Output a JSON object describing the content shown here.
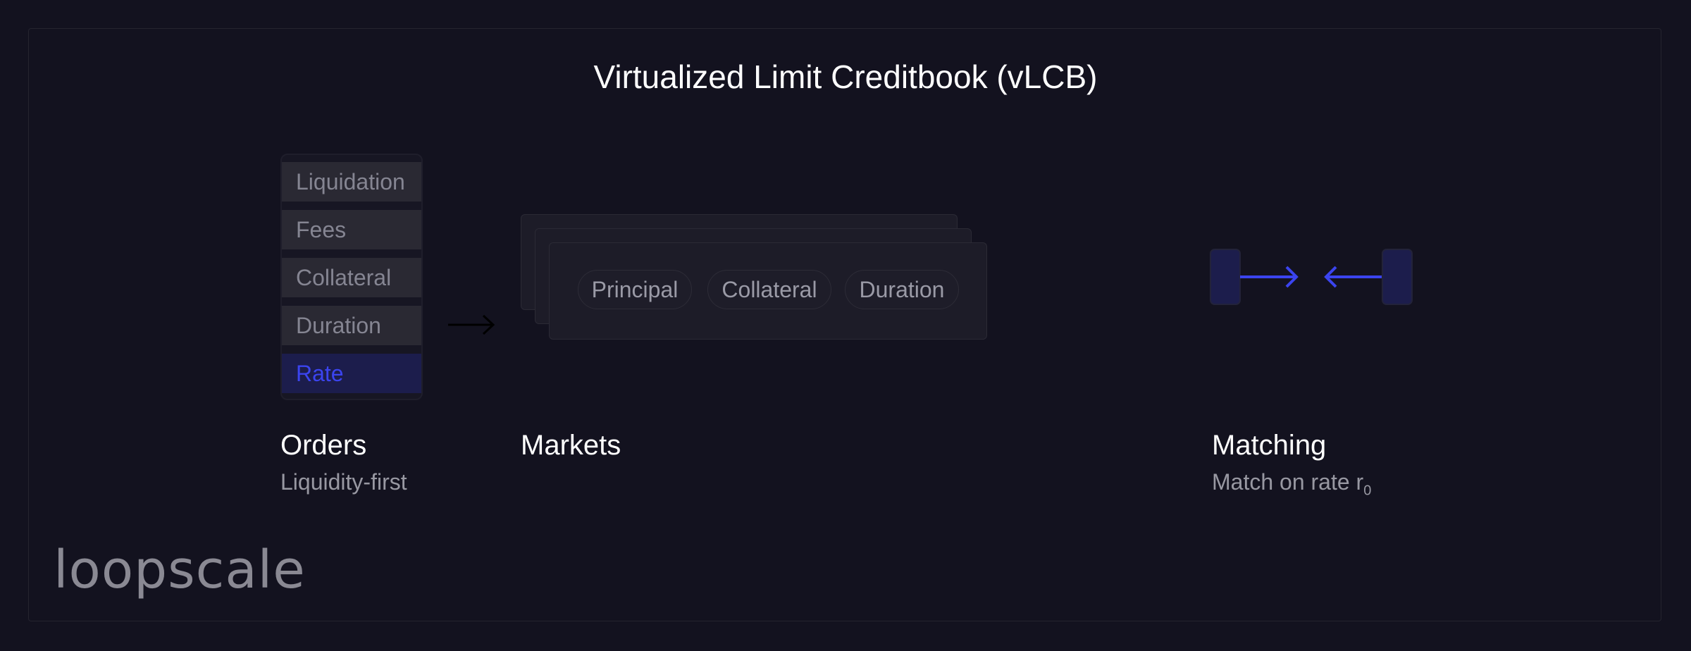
{
  "title": "Virtualized Limit Creditbook (vLCB)",
  "orders": {
    "items": [
      "Liquidation",
      "Fees",
      "Collateral",
      "Duration",
      "Rate"
    ],
    "highlighted": "Rate",
    "label": "Orders",
    "sublabel": "Liquidity-first"
  },
  "markets": {
    "pills": [
      "Principal",
      "Collateral",
      "Duration"
    ],
    "label": "Markets"
  },
  "matching": {
    "label": "Matching",
    "sublabel_text": "Match on rate r",
    "sublabel_subscript": "0"
  },
  "logo": "loopscale",
  "colors": {
    "background": "#13121f",
    "accent": "#3b44ef",
    "accent_fill": "#1c1d4c",
    "muted_text": "#9898a2"
  }
}
